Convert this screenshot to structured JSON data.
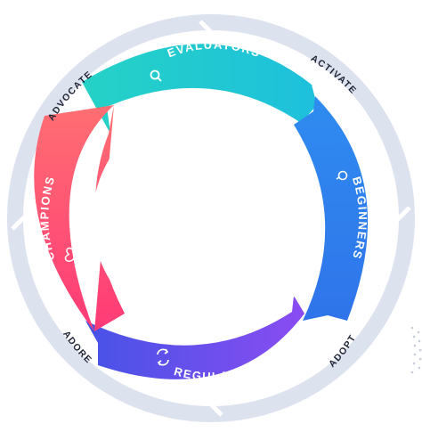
{
  "segments": [
    {
      "id": "evaluators",
      "label": "EVALUATORS",
      "icon": "search-icon",
      "color_start": "#2ad6d0",
      "color_end": "#1fb9e0"
    },
    {
      "id": "beginners",
      "label": "BEGINNERS",
      "icon": "lightbulb-icon",
      "color_start": "#3f8ff5",
      "color_end": "#2d6fe6"
    },
    {
      "id": "regulars",
      "label": "REGULARS",
      "icon": "refresh-icon",
      "color_start": "#4a56e8",
      "color_end": "#7a4cf0"
    },
    {
      "id": "champions",
      "label": "CHAMPIONS",
      "icon": "heart-icon",
      "color_start": "#ff3f78",
      "color_end": "#ff6a6e"
    }
  ],
  "stages": {
    "activate": "ACTIVATE",
    "adopt": "ADOPT",
    "adore": "ADORE",
    "advocate": "ADVOCATE"
  },
  "colors": {
    "outer_ring": "#dde2ef",
    "outer_ring_gap": "#ffffff",
    "stage_text": "#1f2536"
  }
}
